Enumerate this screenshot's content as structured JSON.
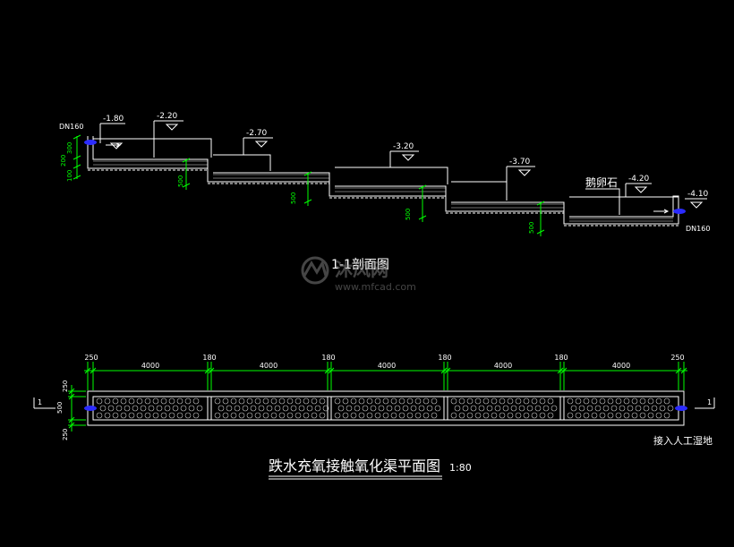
{
  "section": {
    "title": "1-1剖面图",
    "pipe_left": "DN160",
    "pipe_right": "DN160",
    "dims_left": [
      "200",
      "300",
      "100"
    ],
    "drop_dims": [
      "500",
      "500",
      "500",
      "500"
    ],
    "elevations": [
      "-1.80",
      "-2.20",
      "-2.70",
      "-3.20",
      "-3.70",
      "-4.20",
      "-4.10"
    ],
    "gravel_note": "鹅卵石"
  },
  "plan": {
    "title": "跌水充氧接触氧化渠平面图",
    "scale": "1:80",
    "top_dims": [
      "250",
      "4000",
      "180",
      "4000",
      "180",
      "4000",
      "180",
      "4000",
      "180",
      "4000",
      "250"
    ],
    "left_dims": [
      "250",
      "500",
      "250"
    ],
    "section_marker_left": "1",
    "section_marker_right": "1",
    "outlet_note": "接入人工湿地"
  },
  "watermark": {
    "brand": "沐风网",
    "url": "www.mfcad.com"
  },
  "colors": {
    "background": "#000000",
    "lines": "#ffffff",
    "dimensions": "#00ff00",
    "pipe": "#2b2bff",
    "watermark": "#9a9a9a"
  }
}
